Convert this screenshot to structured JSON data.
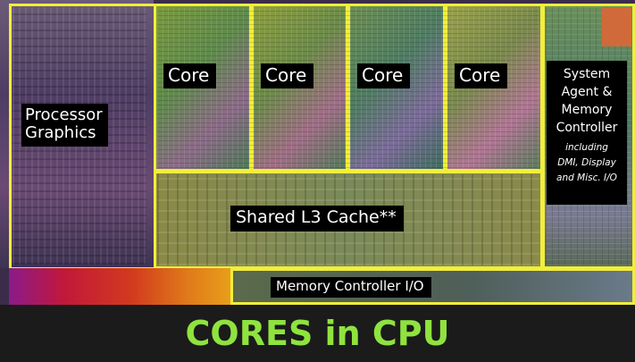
{
  "diagram": {
    "blocks": {
      "processor_graphics": "Processor\nGraphics",
      "cores": [
        "Core",
        "Core",
        "Core",
        "Core"
      ],
      "system_agent_title": "System\nAgent &\nMemory\nController",
      "system_agent_note": "including\nDMI, Display\nand Misc. I/O",
      "l3_cache": "Shared L3 Cache**",
      "memory_io": "Memory Controller I/O"
    }
  },
  "caption": "CORES in CPU",
  "colors": {
    "outline": "#f2ee3a",
    "caption": "#8fe33e",
    "label_bg": "#000000",
    "label_text": "#ffffff"
  }
}
